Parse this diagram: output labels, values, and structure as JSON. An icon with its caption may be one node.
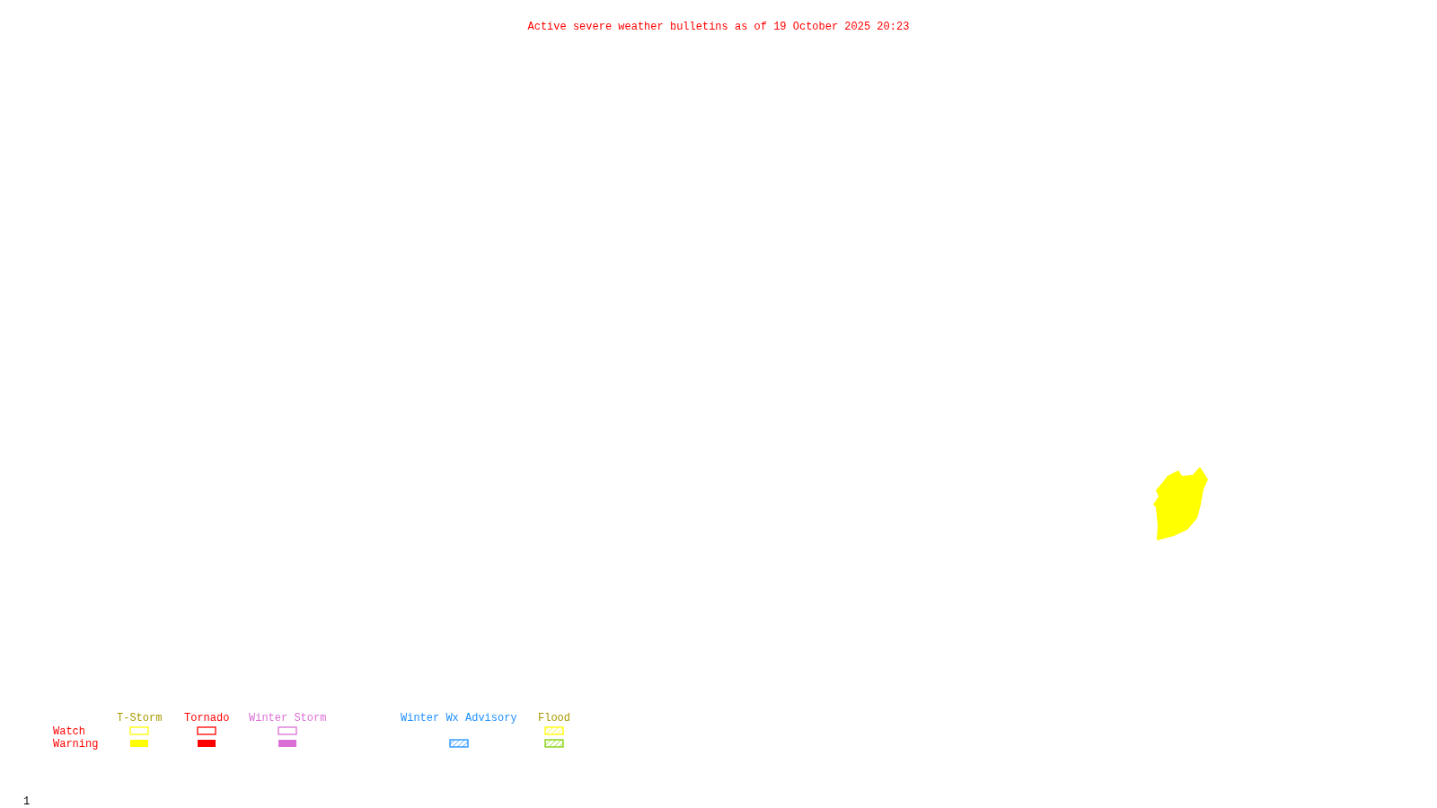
{
  "diagram": {
    "title": "Active severe weather bulletins as of 19 October 2025 20:23",
    "labels": [
      "Watch",
      "Warning",
      "1"
    ],
    "legend": [
      {
        "text": "T-Storm",
        "color": "#ffff00"
      },
      {
        "text": "Tornado",
        "color": "#ff0000"
      },
      {
        "text": "Winter Storm",
        "color": "#da70d6"
      },
      {
        "text": "Winter Wx Advisory"
      },
      {
        "text": "Flood"
      }
    ]
  }
}
